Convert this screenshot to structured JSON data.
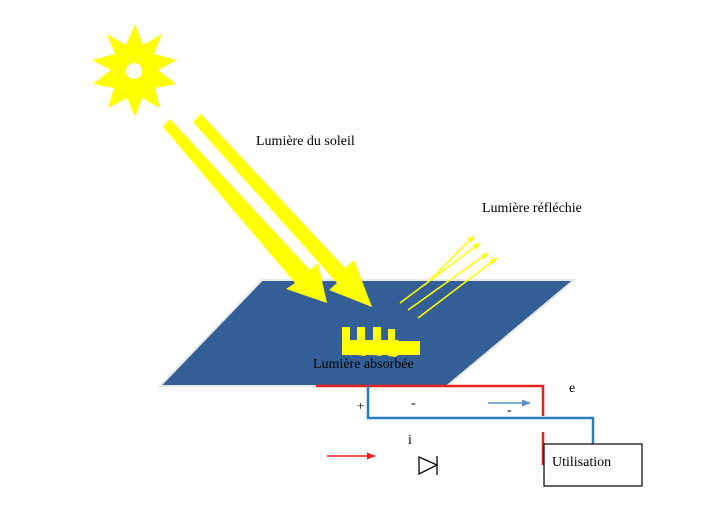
{
  "labels": {
    "sunlight": "Lumière du soleil",
    "reflected": "Lumière réfléchie",
    "absorbed": "Lumière absorbée",
    "electron": "e",
    "plus": "+",
    "minus_left": "-",
    "minus_right": "-",
    "current": "i",
    "load": "Utilisation"
  },
  "colors": {
    "sun": "#ffff00",
    "sunlight_arrows": "#ffff00",
    "reflected_arrows": "#ffff00",
    "panel": "#335f96",
    "wire_positive": "#e8211e",
    "wire_negative": "#2b7bbf",
    "electron_arrow": "#5a8fd0",
    "current_arrow": "#e8211e",
    "text": "#000000"
  },
  "icons": [
    "sun-icon",
    "diode-icon"
  ]
}
